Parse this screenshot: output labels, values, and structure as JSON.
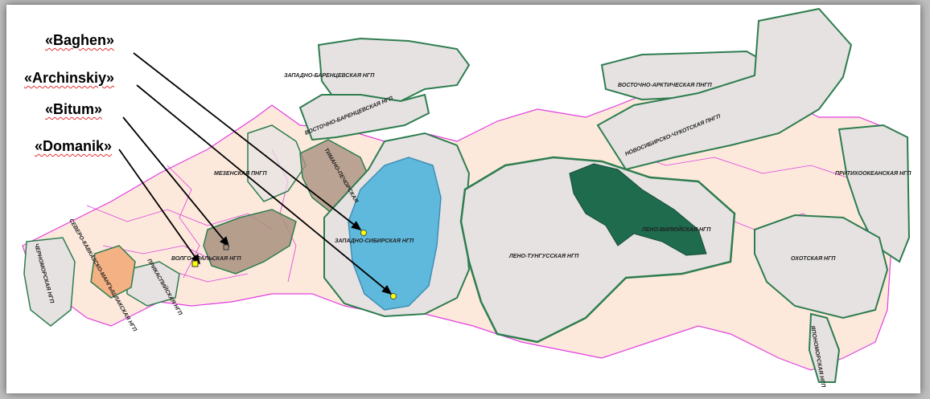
{
  "fields": [
    {
      "id": "baghen",
      "label": "«Baghen»"
    },
    {
      "id": "archinskiy",
      "label": "«Archinskiy»"
    },
    {
      "id": "bitum",
      "label": "«Bitum»"
    },
    {
      "id": "domanik",
      "label": "«Domanik»"
    }
  ],
  "provinces": {
    "west_barents": "ЗАПАДНО-БАРЕНЦЕВСКАЯ НГП",
    "east_barents": "ВОСТОЧНО-БАРЕНЦЕВСКАЯ НГП",
    "east_arctic": "ВОСТОЧНО-АРКТИЧЕСКАЯ ПНГП",
    "novosibirsk_chukotka": "НОВОСИБИРСКО-ЧУКОТСКАЯ ПНГП",
    "pacific": "ПРИТИХООКЕАНСКАЯ НГП",
    "mezen": "МЕЗЕНСКАЯ ПНГП",
    "timan_pechora": "ТИМАНО-ПЕЧОРСКАЯ",
    "west_siberia": "ЗАПАДНО-СИБИРСКАЯ НГП",
    "lena_tunguska": "ЛЕНО-ТУНГУССКАЯ НГП",
    "lena_vilyuy": "ЛЕНО-ВИЛЮЙСКАЯ НГП",
    "okhotsk": "ОХОТСКАЯ НГП",
    "volga_ural": "ВОЛГО-УРАЛЬСКАЯ НГП",
    "black_sea": "ЧЕРНОМОРСКАЯ НГП",
    "north_caucasus": "СЕВЕРО-КАВКАЗСКО-МАНГЫШЛАКСКАЯ НГП",
    "caspian": "ПРИКАСПИЙСКАЯ НГП",
    "japan_sea": "ЯПОНОМОРСКАЯ НГП"
  },
  "colors": {
    "land": "#fce9dc",
    "border": "#e23ee0",
    "province_outline": "#2e7d4f",
    "province_fill": "#e6e2e2",
    "west_siberia_fill": "#5fb9dc",
    "lena_vilyuy_fill": "#1e6b4e",
    "volga_ural_fill": "#a9917f",
    "north_caucasus_fill": "#f4b183",
    "marker_yellow": "#ffff00"
  }
}
